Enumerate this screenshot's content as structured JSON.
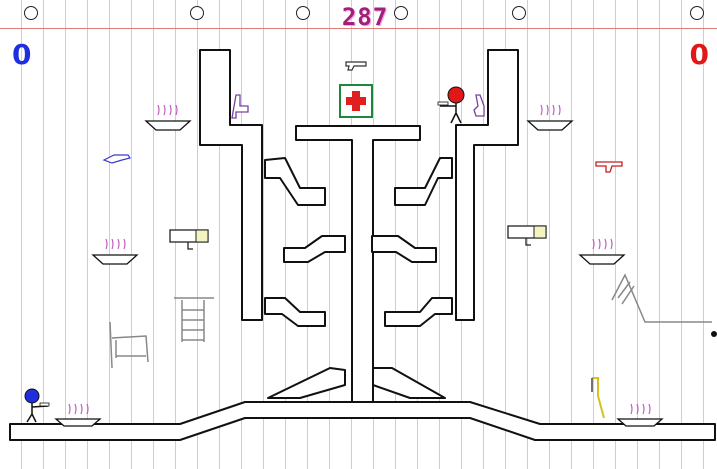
{
  "hud": {
    "timer": "287",
    "blue_score": "0",
    "red_score": "0"
  },
  "colors": {
    "blue_player": "#1f2fe0",
    "red_player": "#e01818",
    "timer": "#a0207a",
    "paper_rule": "#bcd0f0",
    "margin_rule": "#e07b7b",
    "medkit_cross": "#e02020"
  },
  "icons": [
    "medkit-icon",
    "pistol-icon",
    "rifle-icon",
    "shotgun-icon",
    "rocket-launcher-icon",
    "spawn-pad-icon"
  ]
}
